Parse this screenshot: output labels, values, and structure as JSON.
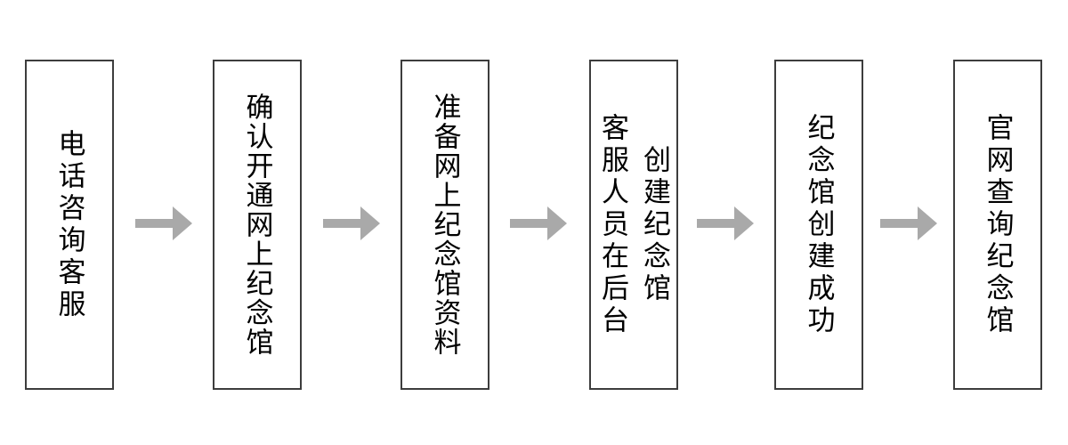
{
  "flow": {
    "steps": [
      {
        "label": "电话咨询客服"
      },
      {
        "label": "确认开通网上纪念馆"
      },
      {
        "label": "准备网上纪念馆资料"
      },
      {
        "label": "客服人员在后台\n创建纪念馆"
      },
      {
        "label": "纪念馆创建成功"
      },
      {
        "label": "官网查询纪念馆"
      }
    ],
    "arrows": {
      "icon": "right-arrow-icon",
      "count": 5,
      "color": "#a9a9a9"
    },
    "colors": {
      "background": "#ffffff",
      "box_border": "#3d3d3d",
      "text": "#000000",
      "arrow": "#a9a9a9"
    }
  }
}
